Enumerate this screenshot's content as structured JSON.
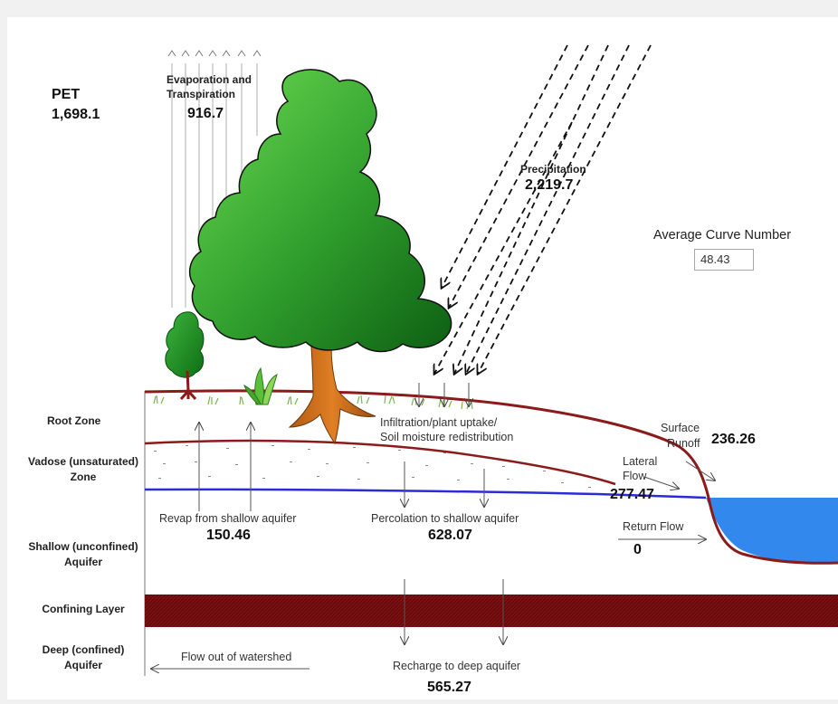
{
  "pet": {
    "label": "PET",
    "value": "1,698.1"
  },
  "evapotranspiration": {
    "label_line1": "Evaporation and",
    "label_line2": "Transpiration",
    "value": "916.7"
  },
  "precipitation": {
    "label": "Precipitation",
    "value": "2,219.7"
  },
  "curve_number": {
    "label": "Average Curve Number",
    "value": "48.43"
  },
  "infiltration": {
    "line1": "Infiltration/plant uptake/",
    "line2": "Soil moisture redistribution"
  },
  "surface_runoff": {
    "label_line1": "Surface",
    "label_line2": "Runoff",
    "value": "236.26"
  },
  "lateral_flow": {
    "label_line1": "Lateral",
    "label_line2": "Flow",
    "value": "277.47"
  },
  "return_flow": {
    "label": "Return Flow",
    "value": "0"
  },
  "revap": {
    "label": "Revap from shallow aquifer",
    "value": "150.46"
  },
  "percolation": {
    "label": "Percolation to shallow aquifer",
    "value": "628.07"
  },
  "recharge": {
    "label": "Recharge to deep aquifer",
    "value": "565.27"
  },
  "flow_out": {
    "label": "Flow out of watershed"
  },
  "zones": {
    "root": "Root Zone",
    "vadose_line1": "Vadose (unsaturated)",
    "vadose_line2": "Zone",
    "shallow_line1": "Shallow (unconfined)",
    "shallow_line2": "Aquifer",
    "confining": "Confining Layer",
    "deep_line1": "Deep (confined)",
    "deep_line2": "Aquifer"
  },
  "colors": {
    "soil_line": "#8b1a1a",
    "water_table": "#2b2bd9",
    "lake": "#3388ee",
    "confining": "#7a1010",
    "tree_green": "#2fa02f"
  }
}
